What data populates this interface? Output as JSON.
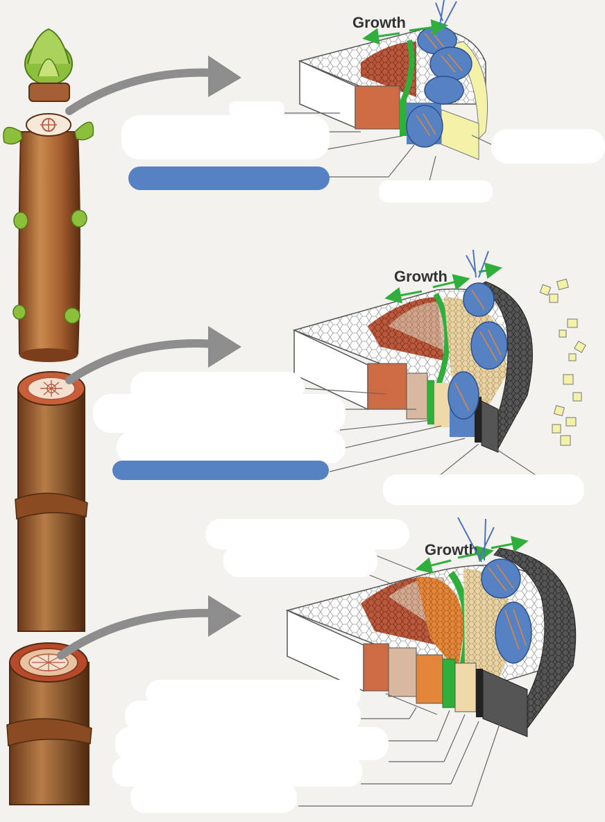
{
  "panels": [
    {
      "growth_label": "Growth"
    },
    {
      "growth_label": "Growth"
    },
    {
      "growth_label": "Growth"
    }
  ],
  "colors": {
    "background": "#f3f2ee",
    "pith": "#ffffff",
    "primary_xylem": "#b8583c",
    "secondary_xylem": "#d9b8a0",
    "cambium": "#2fae3c",
    "phloem": "#f0d9a8",
    "cortex": "#eee6c8",
    "epidermis": "#f4f2a8",
    "bark": "#4a4a4a",
    "annotation_blue": "#5682c4",
    "arrow_gray": "#8d8d8d",
    "bark_brown": "#a45f34",
    "bud_green": "#8cbf3c"
  }
}
